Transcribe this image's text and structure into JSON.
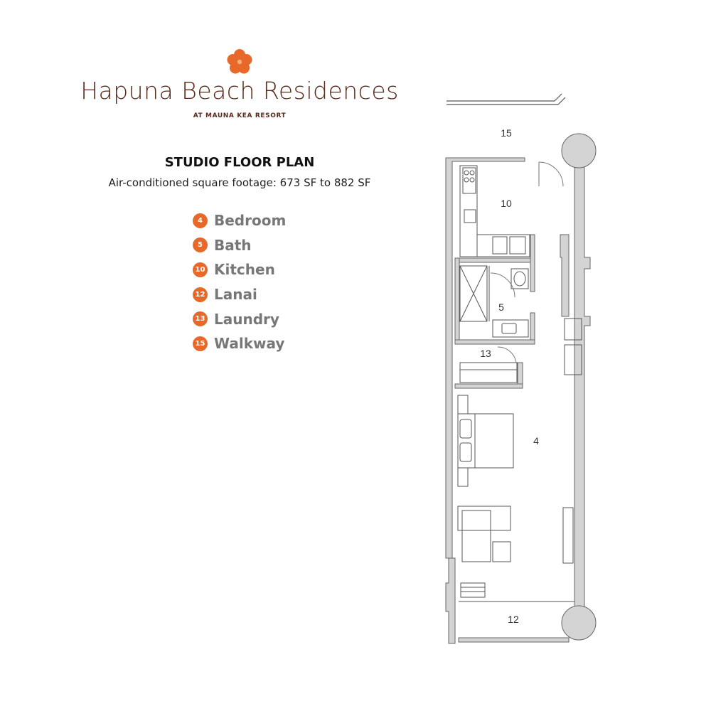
{
  "brand": {
    "name": "Hapuna Beach Residences",
    "subtitle": "AT MAUNA KEA RESORT",
    "accent_color": "#e8682a",
    "text_color": "#5a2a1c",
    "logo_icon": "plumeria-flower-icon"
  },
  "plan": {
    "title": "STUDIO FLOOR PLAN",
    "footage": "Air-conditioned square footage: 673 SF to 882 SF"
  },
  "legend": [
    {
      "number": "4",
      "label": "Bedroom"
    },
    {
      "number": "5",
      "label": "Bath"
    },
    {
      "number": "10",
      "label": "Kitchen"
    },
    {
      "number": "12",
      "label": "Lanai"
    },
    {
      "number": "13",
      "label": "Laundry"
    },
    {
      "number": "15",
      "label": "Walkway"
    }
  ],
  "rooms": {
    "walkway": "15",
    "kitchen": "10",
    "bath": "5",
    "laundry": "13",
    "bedroom": "4",
    "lanai": "12"
  }
}
